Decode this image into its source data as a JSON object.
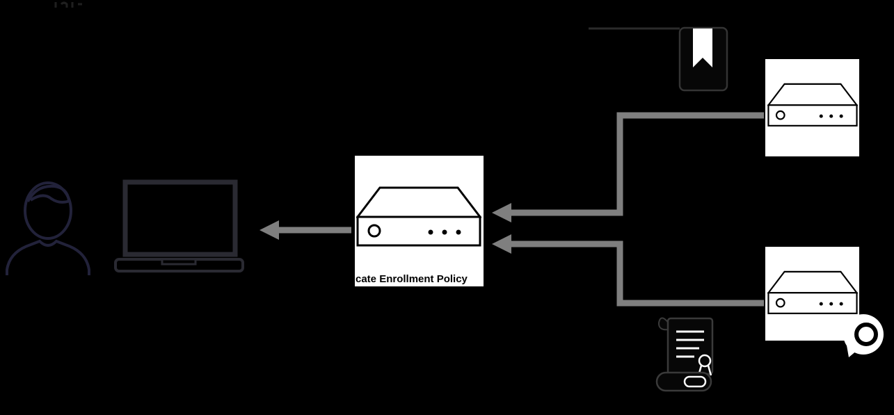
{
  "diagram": {
    "background_color": "#000000",
    "colors": {
      "arrow": "#7f7f7f",
      "node_box": "#ffffff",
      "server_line_art": "#000000",
      "faint_line_art": "#2a2a38",
      "label_text": "#000000"
    },
    "nodes": {
      "user": {
        "icon": "user-icon"
      },
      "client_laptop": {
        "icon": "laptop-icon"
      },
      "policy_server": {
        "icon": "server-icon",
        "label": "cate Enrollment Policy"
      },
      "ca_server_top": {
        "icon": "server-icon"
      },
      "ca_server_bottom": {
        "icon": "server-icon"
      }
    },
    "decorations": {
      "bookmark_file": {
        "icon": "bookmark-file-icon"
      },
      "certificate_scroll": {
        "icon": "certificate-scroll-icon"
      },
      "seal": {
        "icon": "seal-icon"
      }
    },
    "arrows": [
      {
        "id": "policy-to-client",
        "from": "policy_server",
        "to": "client_laptop",
        "direction": "left"
      },
      {
        "id": "ca-top-to-policy",
        "from": "ca_server_top",
        "to": "policy_server",
        "direction": "left"
      },
      {
        "id": "ca-bottom-to-policy",
        "from": "ca_server_bottom",
        "to": "policy_server",
        "direction": "left"
      }
    ]
  }
}
